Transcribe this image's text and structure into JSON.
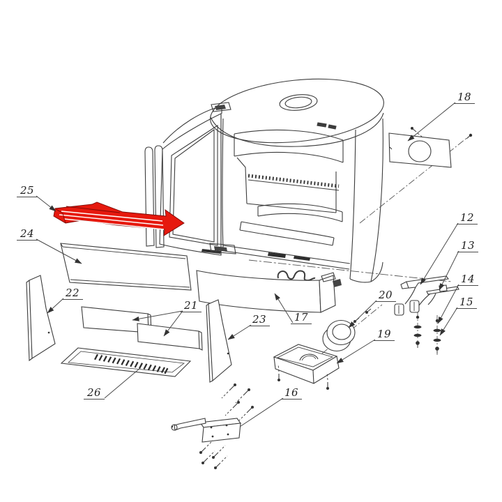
{
  "diagram": {
    "kind": "exploded-parts-drawing",
    "highlighted_callout": "25"
  },
  "callouts": {
    "c12": "12",
    "c13": "13",
    "c14": "14",
    "c15": "15",
    "c16": "16",
    "c17": "17",
    "c18": "18",
    "c19": "19",
    "c20": "20",
    "c21": "21",
    "c22": "22",
    "c23": "23",
    "c24": "24",
    "c25": "25",
    "c26": "26"
  },
  "colors": {
    "background": "#ffffff",
    "line": "#3c3c3c",
    "leader": "#4a4a4a",
    "highlight_fill": "#e6190e",
    "highlight_stroke": "#7d0a06",
    "label_text": "#1e1e1e"
  }
}
